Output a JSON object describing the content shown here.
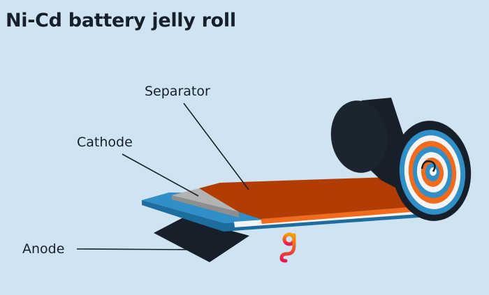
{
  "title": "Ni-Cd battery jelly roll",
  "labels": {
    "separator": "Separator",
    "cathode": "Cathode",
    "anode": "Anode"
  },
  "colors": {
    "background": "#cfe3f1",
    "anode": "#17202a",
    "separator_blue": "#2f8fc6",
    "cathode_gray": "#b3b3b3",
    "separator_sheet": "#b13c04",
    "orange_edge": "#f26a1b",
    "white_layer": "#f4f4f4",
    "logo_gradient": [
      "#f5a000",
      "#e8174f"
    ]
  },
  "icons": {
    "logo": "brand-g-logo-icon"
  }
}
